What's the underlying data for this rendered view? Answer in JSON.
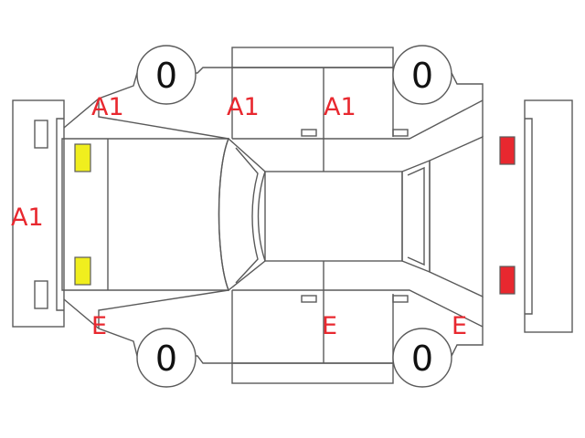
{
  "colors": {
    "mark_text": "#e8282f",
    "front_light_fill": "#f0ee1e",
    "rear_light_fill": "#e8282f",
    "outline": "#5a5a5a"
  },
  "markers": {
    "front_bumper": "A1",
    "front_left_fender": "A1",
    "front_left_door": "A1",
    "rear_left_door": "A1",
    "front_right_fender": "E",
    "rear_right_door": "E",
    "rear_right_fender": "E"
  },
  "tires": {
    "front_left": "0",
    "rear_left": "0",
    "front_right": "0",
    "rear_right": "0"
  }
}
